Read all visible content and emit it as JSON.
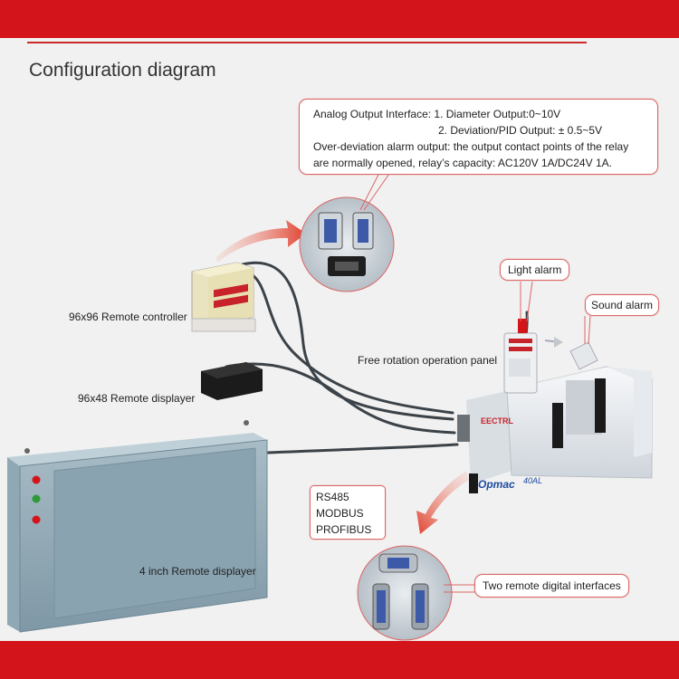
{
  "title": "Configuration diagram",
  "analog_callout": {
    "line1": "Analog Output Interface: 1. Diameter Output:0~10V",
    "line2": "2. Deviation/PID Output: ± 0.5~5V",
    "line3": "Over-deviation alarm output: the output contact points of the relay",
    "line4": "are normally opened, relay’s capacity: AC120V 1A/DC24V 1A."
  },
  "labels": {
    "remote_controller": "96x96  Remote controller",
    "remote_displayer_small": "96x48 Remote displayer",
    "remote_displayer_large": "4 inch Remote displayer",
    "free_rotation_panel": "Free rotation operation panel",
    "light_alarm": "Light alarm",
    "sound_alarm": "Sound alarm",
    "two_remote_interfaces": "Two remote digital interfaces"
  },
  "protocols": [
    "RS485",
    "MODBUS",
    "PROFIBUS"
  ],
  "device": {
    "brand": "EECTRL",
    "model_name": "Opmac",
    "model_suffix": "40AL"
  },
  "colors": {
    "band": "#d3141b",
    "arrow": "#e0412e",
    "callout_border": "#dd6666"
  }
}
